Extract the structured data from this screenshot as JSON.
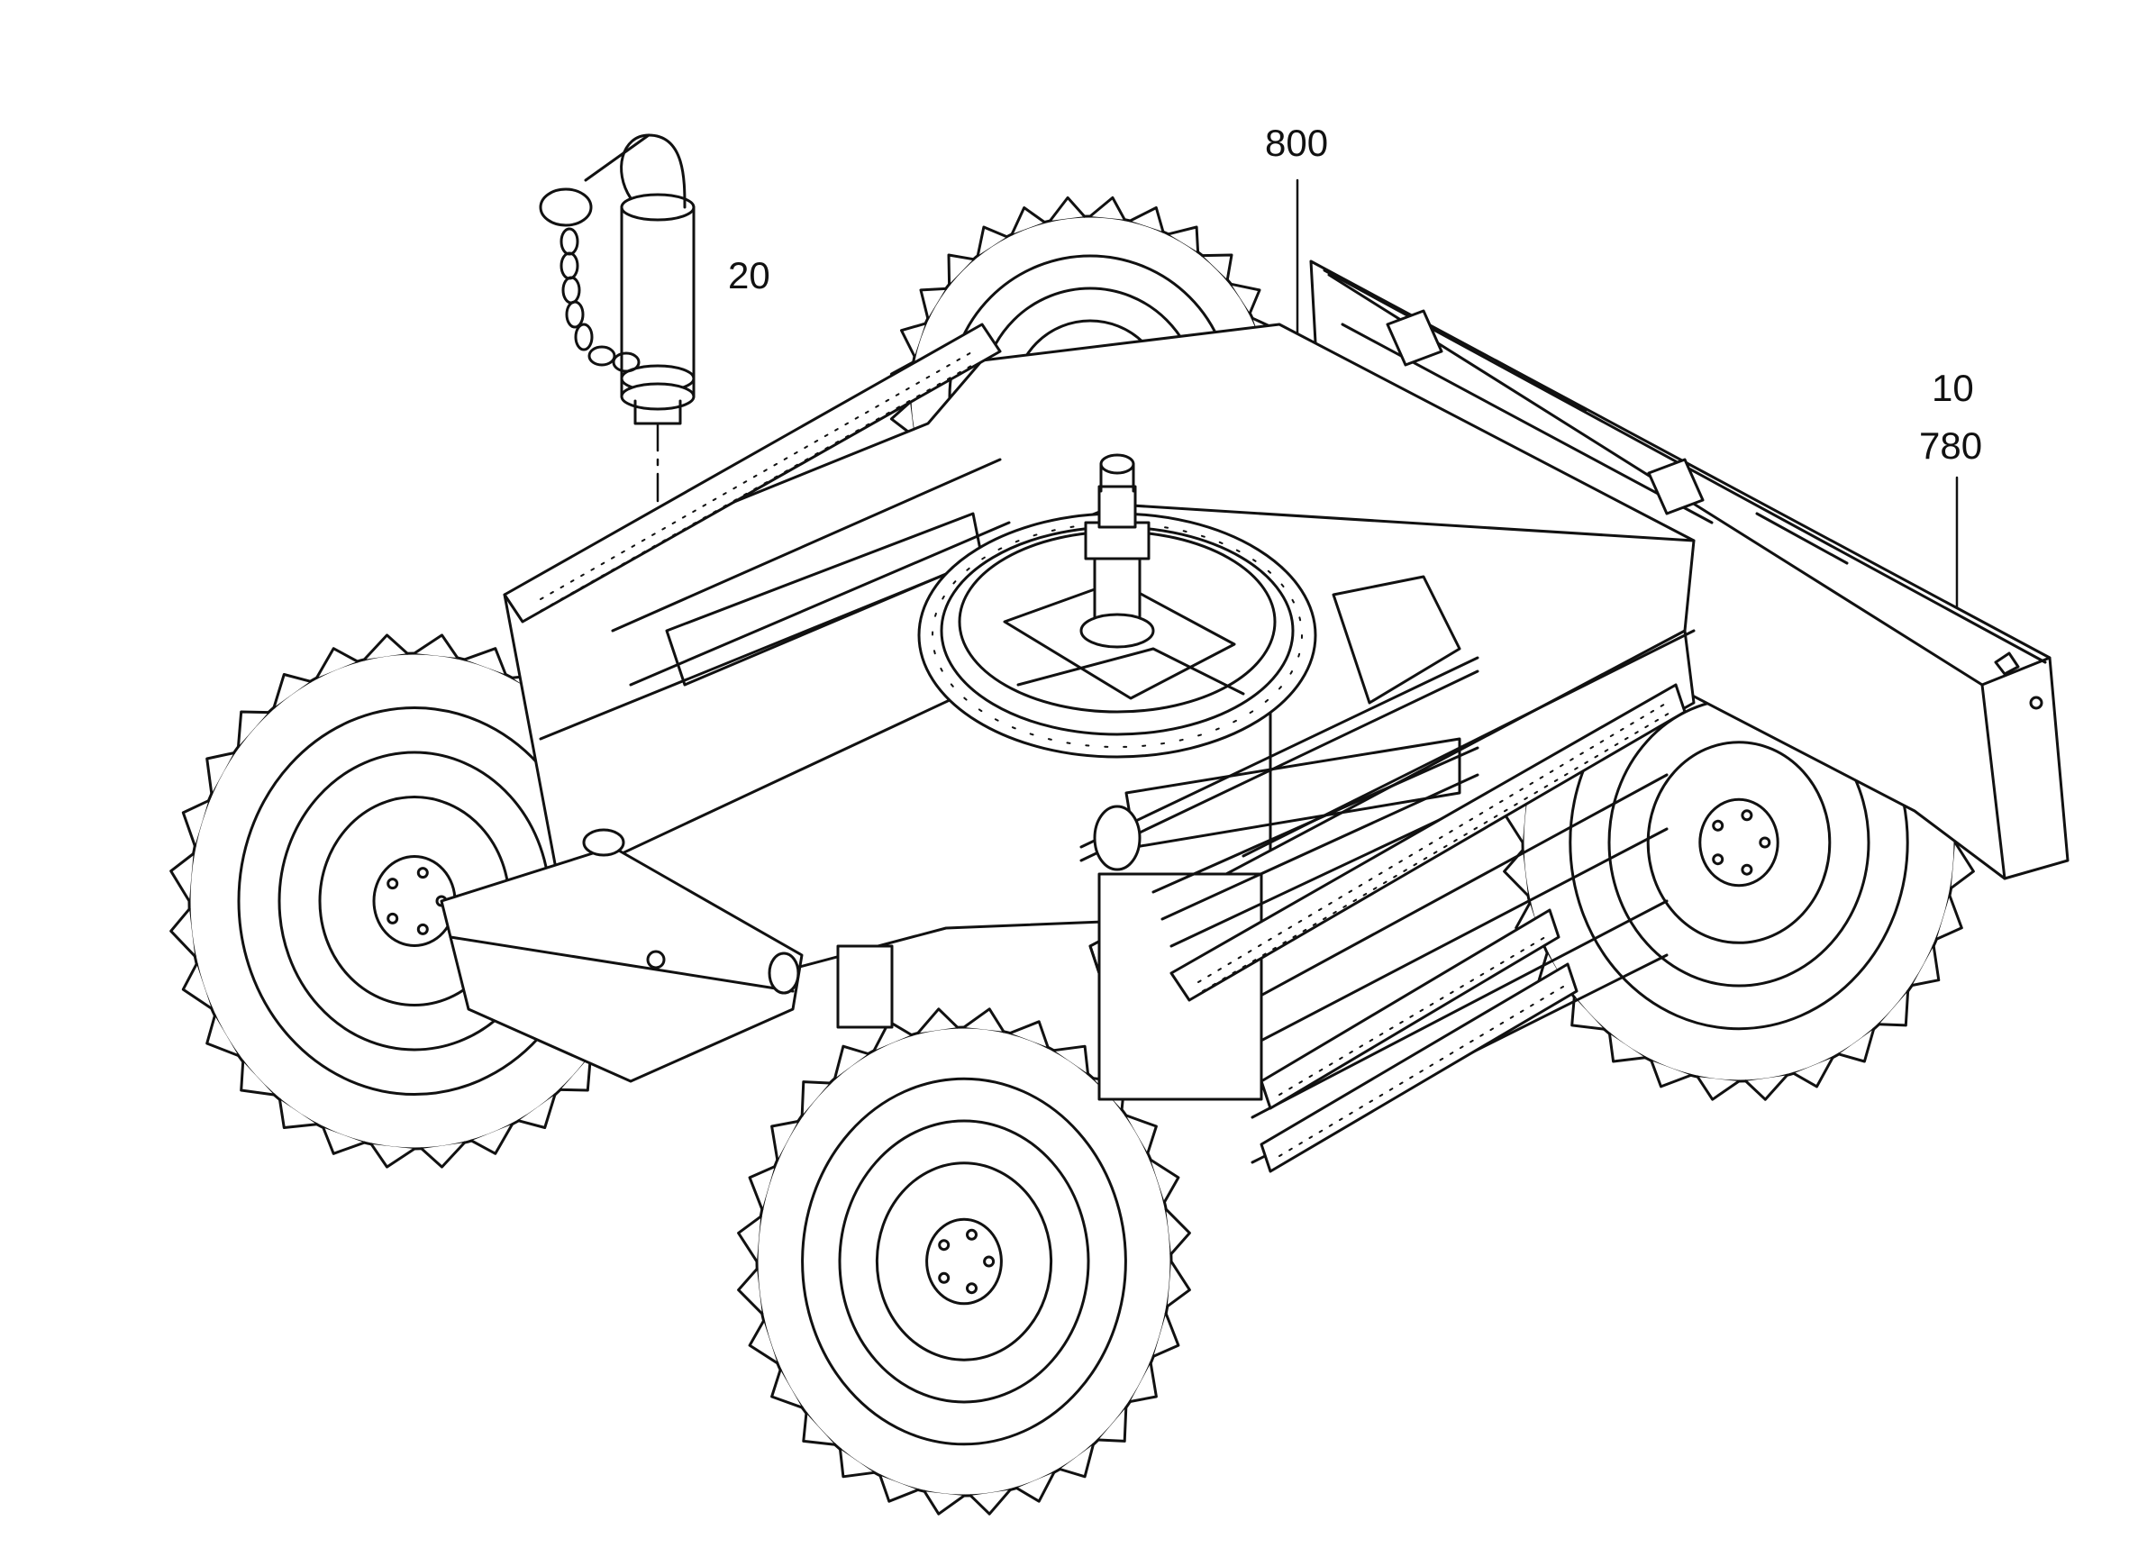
{
  "diagram": {
    "callouts": [
      {
        "id": "c20",
        "text": "20"
      },
      {
        "id": "c800",
        "text": "800"
      },
      {
        "id": "c10",
        "text": "10"
      },
      {
        "id": "c780",
        "text": "780"
      }
    ],
    "colors": {
      "ink": "#111111",
      "paper": "#ffffff"
    }
  }
}
